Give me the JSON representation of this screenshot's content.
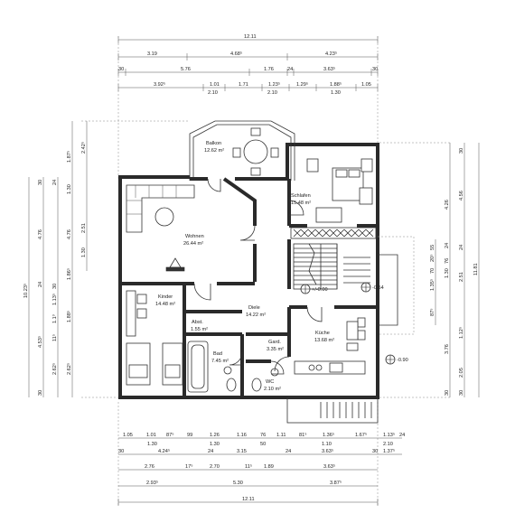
{
  "dims_top": {
    "total": "12.11",
    "r1": [
      "3.19",
      "4.68⁵",
      "4.23⁵"
    ],
    "r2": [
      "30",
      "5.76",
      "1.76",
      "24",
      "3.63⁵",
      "30"
    ],
    "r3": [
      "3.92⁵",
      "1.01",
      "1.71",
      "1.23⁵",
      "1.29⁵",
      "1.88⁵",
      "1.05"
    ],
    "r3b": [
      "2.10",
      "2.10",
      "1.30"
    ]
  },
  "dims_bottom": {
    "r1": [
      "1.05",
      "1.01",
      "87⁵",
      "99",
      "1.26",
      "1.16",
      "76",
      "1.11",
      "81⁵",
      "1.36⁵",
      "1.67⁵",
      "1.13⁵",
      "24"
    ],
    "r1b": [
      "1.30",
      "1.30",
      "50",
      "1.10",
      "2.10"
    ],
    "r2": [
      "30",
      "4.24⁵",
      "24",
      "3.15",
      "24",
      "3.63⁵",
      "30",
      "1.37⁵"
    ],
    "r3": [
      "2.76",
      "17⁵",
      "2.70",
      "11⁵",
      "1.89",
      "3.63⁵"
    ],
    "r4": [
      "2.93⁵",
      "5.30",
      "3.87⁵"
    ],
    "total": "12.11"
  },
  "dims_left": {
    "total": "10.23⁵",
    "c1": [
      "30",
      "4.76",
      "24",
      "4.53⁵",
      "30"
    ],
    "c2": [
      "24",
      "30",
      "1.13⁵",
      "1.1³",
      "11⁵",
      "2.62⁵"
    ],
    "c3": [
      "1.87⁵",
      "1.30",
      "4.76",
      "1.86⁵",
      "1.88⁵",
      "2.62⁵"
    ],
    "c4": [
      "2.42⁵",
      "2.51",
      "1.30"
    ]
  },
  "dims_right": {
    "total": "11.81",
    "c1": [
      "30",
      "4.56",
      "24",
      "2.51",
      "1.12⁵",
      "2.05",
      "30"
    ],
    "c2": [
      "4.26",
      "24",
      "76",
      "1.30",
      "3.76",
      "30"
    ],
    "c3": [
      "55",
      "20⁵",
      "70",
      "1.35⁵",
      "87⁵"
    ]
  },
  "rooms": {
    "balkon": {
      "name": "Balkon",
      "area": "12.62 m²"
    },
    "schlafen": {
      "name": "Schlafen",
      "area": "15.48 m²"
    },
    "wohnen": {
      "name": "Wohnen",
      "area": "26.44 m²"
    },
    "kinder": {
      "name": "Kinder",
      "area": "14.48 m²"
    },
    "diele": {
      "name": "Diele",
      "area": "14.22 m²"
    },
    "abst": {
      "name": "Abst.",
      "area": "1.55 m²"
    },
    "bad": {
      "name": "Bad",
      "area": "7.45 m²"
    },
    "gard": {
      "name": "Gard.",
      "area": "3.35 m²"
    },
    "wc": {
      "name": "WC",
      "area": "2.10 m²"
    },
    "kueche": {
      "name": "Küche",
      "area": "13.68 m²"
    }
  },
  "levels": {
    "main": "+/-0.00",
    "stair": "-0.54",
    "outside": "-0.90"
  }
}
